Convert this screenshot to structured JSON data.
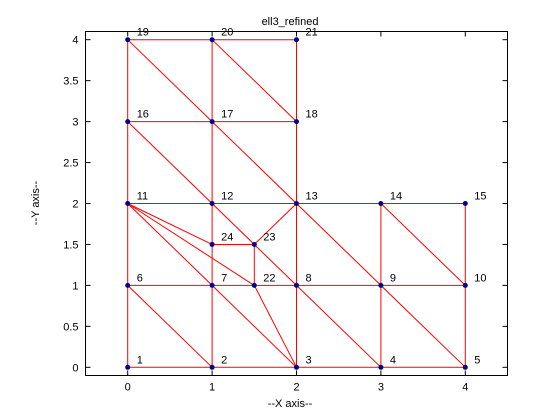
{
  "chart_data": {
    "type": "mesh",
    "title": "ell3_refined",
    "xlabel": "--X axis--",
    "ylabel": "--Y axis--",
    "xlim": [
      -0.5,
      4.5
    ],
    "ylim": [
      -0.1,
      4.1
    ],
    "xticks": [
      0,
      1,
      2,
      3,
      4
    ],
    "yticks": [
      0,
      0.5,
      1,
      1.5,
      2,
      2.5,
      3,
      3.5,
      4
    ],
    "xtick_labels": [
      "0",
      "1",
      "2",
      "3",
      "4"
    ],
    "ytick_labels": [
      "0",
      "0.5",
      "1",
      "1.5",
      "2",
      "2.5",
      "3",
      "3.5",
      "4"
    ],
    "grid": false,
    "edge_color": "#ff0000",
    "node_color": "#000080",
    "nodes": [
      {
        "id": "1",
        "x": 0,
        "y": 0
      },
      {
        "id": "2",
        "x": 1,
        "y": 0
      },
      {
        "id": "3",
        "x": 2,
        "y": 0
      },
      {
        "id": "4",
        "x": 3,
        "y": 0
      },
      {
        "id": "5",
        "x": 4,
        "y": 0
      },
      {
        "id": "6",
        "x": 0,
        "y": 1
      },
      {
        "id": "7",
        "x": 1,
        "y": 1
      },
      {
        "id": "8",
        "x": 2,
        "y": 1
      },
      {
        "id": "9",
        "x": 3,
        "y": 1
      },
      {
        "id": "10",
        "x": 4,
        "y": 1
      },
      {
        "id": "11",
        "x": 0,
        "y": 2
      },
      {
        "id": "12",
        "x": 1,
        "y": 2
      },
      {
        "id": "13",
        "x": 2,
        "y": 2
      },
      {
        "id": "14",
        "x": 3,
        "y": 2
      },
      {
        "id": "15",
        "x": 4,
        "y": 2
      },
      {
        "id": "16",
        "x": 0,
        "y": 3
      },
      {
        "id": "17",
        "x": 1,
        "y": 3
      },
      {
        "id": "18",
        "x": 2,
        "y": 3
      },
      {
        "id": "19",
        "x": 0,
        "y": 4
      },
      {
        "id": "20",
        "x": 1,
        "y": 4
      },
      {
        "id": "21",
        "x": 2,
        "y": 4
      },
      {
        "id": "22",
        "x": 1.5,
        "y": 1
      },
      {
        "id": "23",
        "x": 1.5,
        "y": 1.5
      },
      {
        "id": "24",
        "x": 1,
        "y": 1.5
      }
    ],
    "edges": [
      [
        "1",
        "2"
      ],
      [
        "2",
        "3"
      ],
      [
        "3",
        "4"
      ],
      [
        "4",
        "5"
      ],
      [
        "1",
        "6"
      ],
      [
        "6",
        "11"
      ],
      [
        "11",
        "16"
      ],
      [
        "16",
        "19"
      ],
      [
        "19",
        "20"
      ],
      [
        "20",
        "21"
      ],
      [
        "21",
        "18"
      ],
      [
        "18",
        "13"
      ],
      [
        "13",
        "14"
      ],
      [
        "14",
        "15"
      ],
      [
        "15",
        "10"
      ],
      [
        "10",
        "5"
      ],
      [
        "6",
        "7"
      ],
      [
        "7",
        "22"
      ],
      [
        "22",
        "8"
      ],
      [
        "8",
        "9"
      ],
      [
        "9",
        "10"
      ],
      [
        "11",
        "12"
      ],
      [
        "12",
        "13"
      ],
      [
        "16",
        "17"
      ],
      [
        "17",
        "18"
      ],
      [
        "2",
        "7"
      ],
      [
        "7",
        "24"
      ],
      [
        "24",
        "12"
      ],
      [
        "12",
        "17"
      ],
      [
        "17",
        "20"
      ],
      [
        "3",
        "8"
      ],
      [
        "8",
        "13"
      ],
      [
        "4",
        "9"
      ],
      [
        "9",
        "14"
      ],
      [
        "6",
        "2"
      ],
      [
        "7",
        "3"
      ],
      [
        "8",
        "4"
      ],
      [
        "9",
        "5"
      ],
      [
        "11",
        "7"
      ],
      [
        "11",
        "22"
      ],
      [
        "11",
        "24"
      ],
      [
        "24",
        "23"
      ],
      [
        "22",
        "23"
      ],
      [
        "23",
        "13"
      ],
      [
        "22",
        "3"
      ],
      [
        "12",
        "8"
      ],
      [
        "13",
        "9"
      ],
      [
        "14",
        "10"
      ],
      [
        "16",
        "12"
      ],
      [
        "17",
        "13"
      ],
      [
        "19",
        "17"
      ],
      [
        "20",
        "18"
      ]
    ]
  }
}
